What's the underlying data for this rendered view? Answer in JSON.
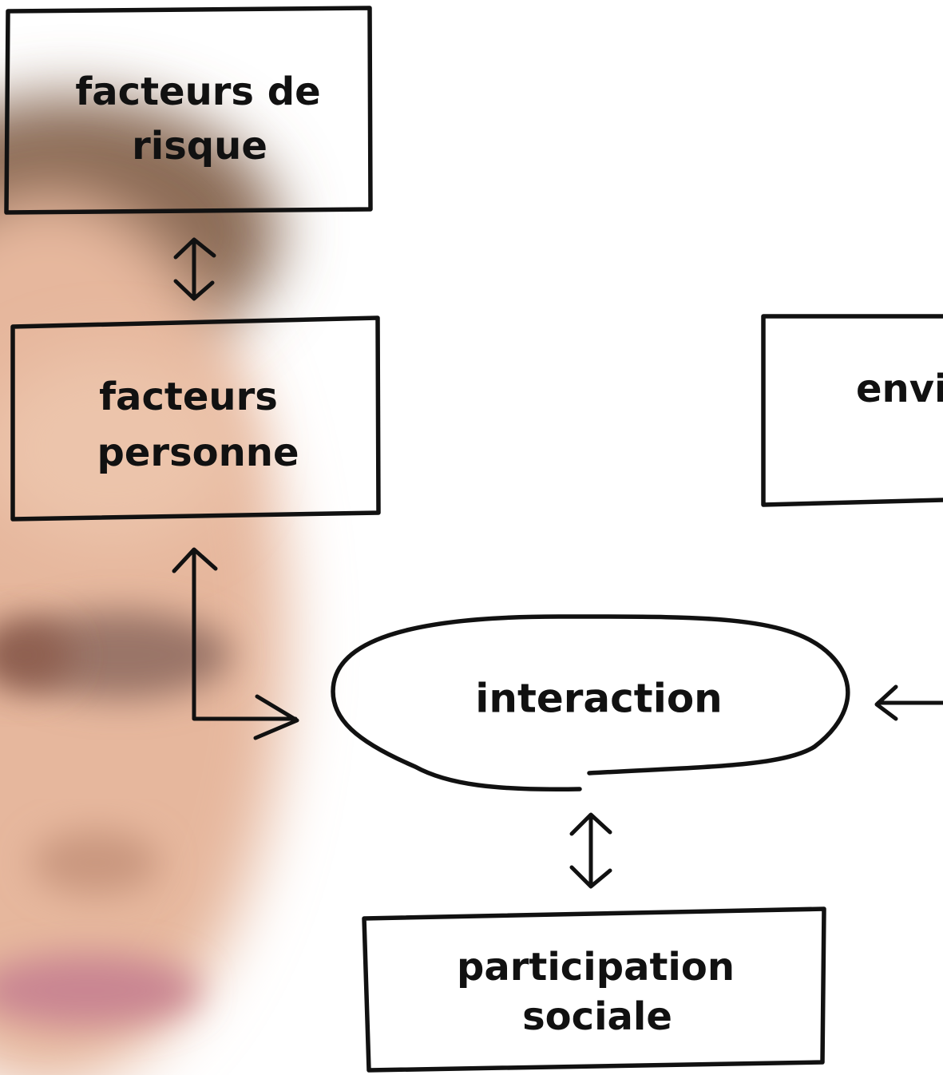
{
  "diagram": {
    "nodes": {
      "risk_factors": {
        "line1": "facteurs de",
        "line2": "risque"
      },
      "personal_factors": {
        "line1": "facteurs",
        "line2": "personne"
      },
      "environment": {
        "label": "envi"
      },
      "interaction": {
        "label": "interaction"
      },
      "social_participation": {
        "line1": "participation",
        "line2": "sociale"
      }
    },
    "edges": [
      {
        "from": "risk_factors",
        "to": "personal_factors",
        "direction": "both"
      },
      {
        "from": "personal_factors",
        "to": "interaction",
        "direction": "both"
      },
      {
        "from": "environment",
        "to": "interaction",
        "direction": "forward"
      },
      {
        "from": "interaction",
        "to": "social_participation",
        "direction": "both"
      }
    ]
  },
  "background": {
    "subject": "blurred-face"
  },
  "colors": {
    "ink": "#111111",
    "paper": "#ffffff"
  }
}
